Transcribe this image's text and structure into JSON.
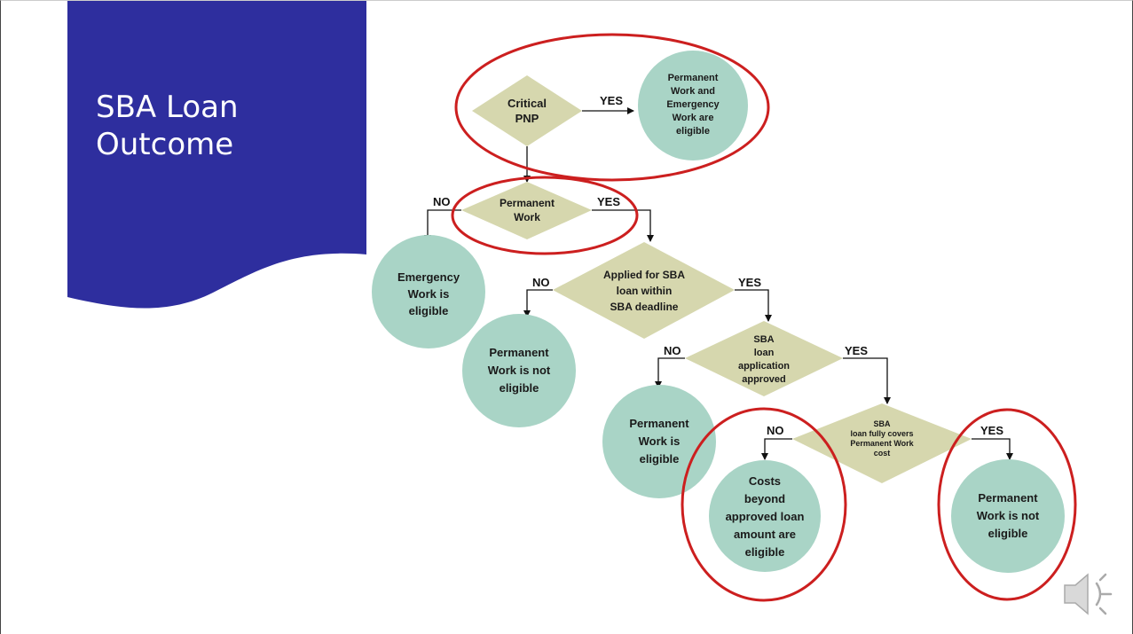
{
  "slide": {
    "title": "SBA Loan\nOutcome",
    "colors": {
      "title_band": "#2e2e9e",
      "decision_fill": "#d6d7ae",
      "outcome_fill": "#a9d4c6",
      "highlight": "#cc1f1f"
    }
  },
  "flowchart": {
    "nodes": {
      "critical_pnp": "Critical\nPNP",
      "permanent_work": "Permanent\nWork",
      "applied_sba": "Applied for SBA\nloan within\nSBA deadline",
      "sba_approved": "SBA\nloan\napplication\napproved",
      "sba_covers": "SBA\nloan fully covers\nPermanent Work\ncost",
      "out_pw_ew_eligible": "Permanent\nWork and\nEmergency\nWork are\neligible",
      "out_ew_eligible": "Emergency\nWork is\neligible",
      "out_pw_not_eligible_1": "Permanent\nWork is not\neligible",
      "out_pw_eligible": "Permanent\nWork is\neligible",
      "out_costs_beyond": "Costs\nbeyond\napproved loan\namount are\neligible",
      "out_pw_not_eligible_2": "Permanent\nWork is not\neligible"
    },
    "edge_labels": {
      "critical_yes": "YES",
      "permanent_no": "NO",
      "permanent_yes": "YES",
      "applied_no": "NO",
      "applied_yes": "YES",
      "approved_no": "NO",
      "approved_yes": "YES",
      "covers_no": "NO",
      "covers_yes": "YES"
    }
  },
  "icons": {
    "audio": "speaker-icon"
  }
}
